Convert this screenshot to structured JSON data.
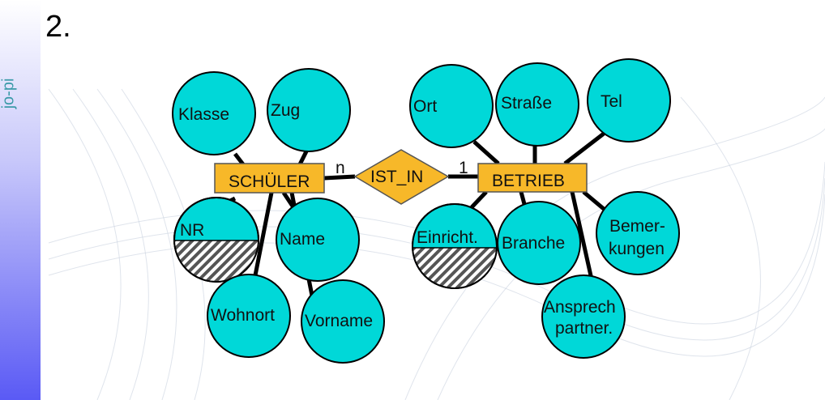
{
  "sidebar": {
    "brand": "jo-pi"
  },
  "slide": {
    "number": "2."
  },
  "diagram": {
    "entities": {
      "schueler": "SCHÜLER",
      "betrieb": "BETRIEB"
    },
    "relationship": {
      "label": "IST_IN",
      "card_left": "n",
      "card_right": "1"
    },
    "schueler_attrs": {
      "klasse": "Klasse",
      "zug": "Zug",
      "nr": "NR",
      "name": "Name",
      "wohnort": "Wohnort",
      "vorname": "Vorname"
    },
    "betrieb_attrs": {
      "ort": "Ort",
      "strasse": "Straße",
      "tel": "Tel",
      "einricht": "Einricht.",
      "branche": "Branche",
      "bemer1": "Bemer-",
      "bemer2": "kungen",
      "ansprech1": "Ansprech",
      "ansprech2": "partner."
    }
  },
  "colors": {
    "attribute": "#00d8d8",
    "entity": "#f7b829"
  }
}
